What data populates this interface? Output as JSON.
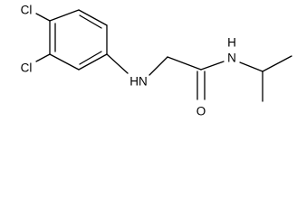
{
  "molecule": {
    "atoms": {
      "cl_top": "Cl",
      "cl_bottom": "Cl",
      "nh": "HN",
      "o": "O",
      "n_amide": "N",
      "h_amide": "H"
    }
  }
}
